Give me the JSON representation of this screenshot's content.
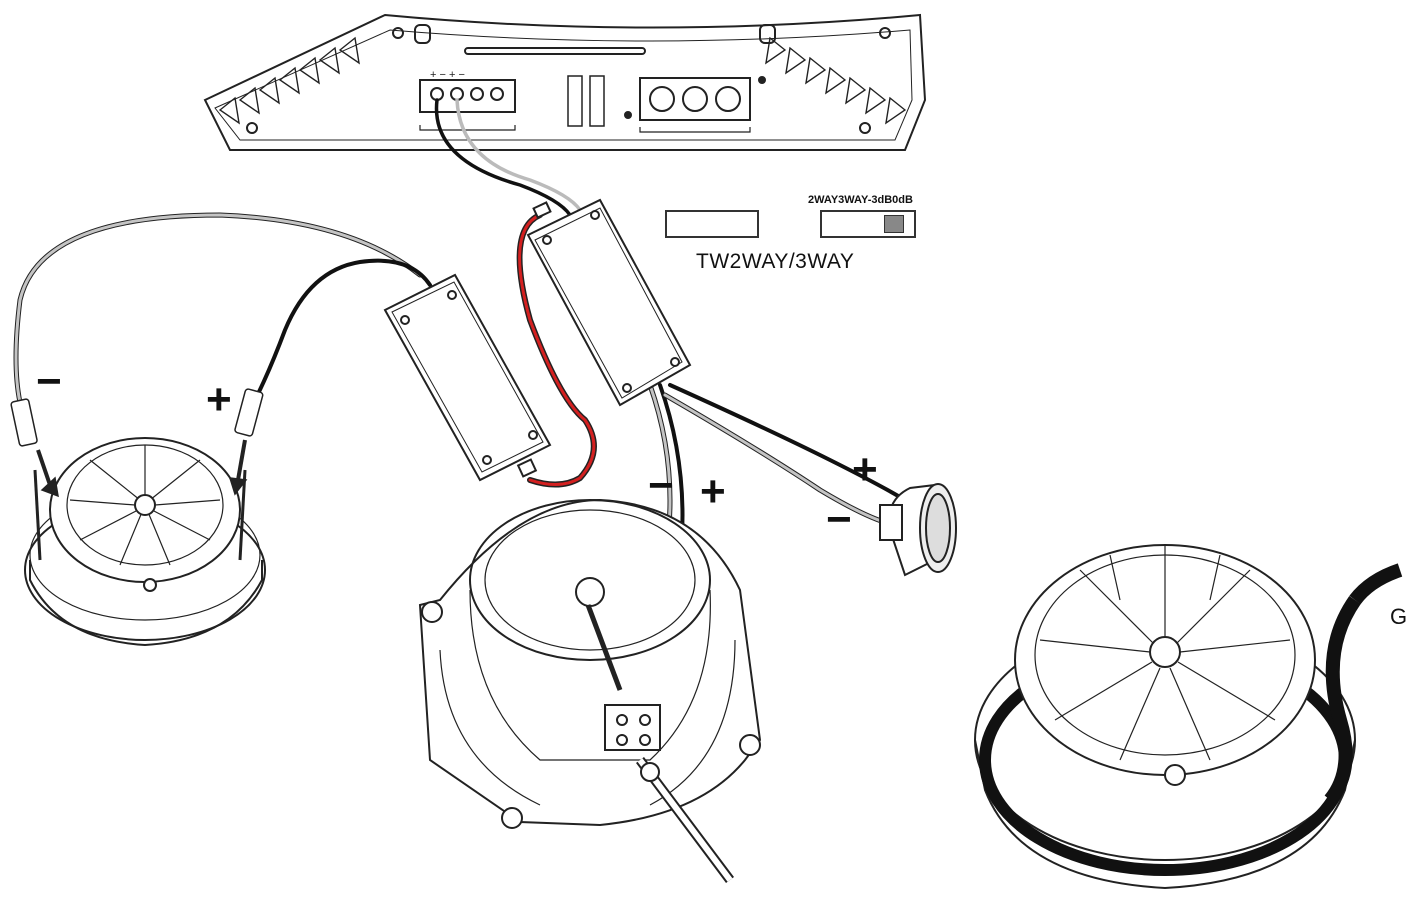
{
  "labels": {
    "tweeter_left_minus": "−",
    "tweeter_left_plus": "+",
    "woofer_minus": "−",
    "woofer_plus": "+",
    "tweeter_right_plus": "+",
    "tweeter_right_minus": "−",
    "switch_options": "2WAY3WAY-3dB0dB",
    "switch_caption": "TW2WAY/3WAY",
    "wire_tag": "G"
  },
  "colors": {
    "line": "#222222",
    "grey_wire": "#b8b8b8",
    "black_wire": "#111111",
    "red_wire": "#d42020",
    "switch_knob": "#8a8a8a"
  }
}
